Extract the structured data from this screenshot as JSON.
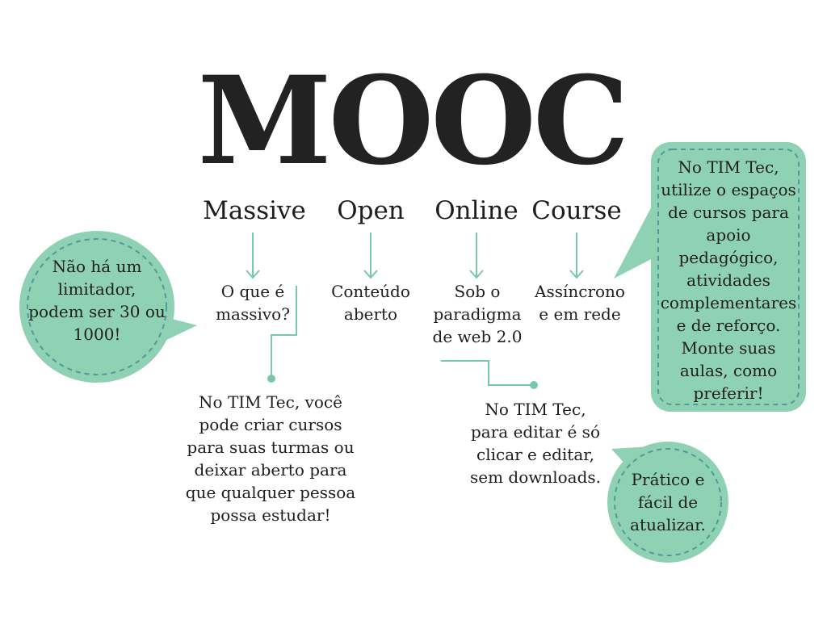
{
  "title": "MOOC",
  "words": {
    "massive": "Massive",
    "open": "Open",
    "online": "Online",
    "course": "Course"
  },
  "descriptions": {
    "massive": "O que é\nmassivo?",
    "open": "Conteúdo\naberto",
    "online": "Sob o\nparadigma\nde web 2.0",
    "course": "Assíncrono\ne em rede"
  },
  "notes": {
    "massive_note": "No TIM Tec, você\npode criar cursos\npara suas turmas ou\ndeixar aberto para\nque qualquer pessoa\npossa estudar!",
    "online_note": "No TIM Tec,\npara editar é só\nclicar e editar,\nsem downloads."
  },
  "bubbles": {
    "left": "Não há um\nlimitador,\npodem ser 30 ou\n1000!",
    "right": "No TIM Tec,\nutilize o espaços\nde cursos para\napoio\npedagógico,\natividades\ncomplementares\ne de reforço.\nMonte suas\naulas, como\npreferir!",
    "bottom": "Prático e\nfácil de\natualizar."
  },
  "colors": {
    "bubble_fill": "#8fd1b3",
    "bubble_dash": "#4f9a9a",
    "arrow": "#78c9a8",
    "text": "#1e1e1e"
  }
}
